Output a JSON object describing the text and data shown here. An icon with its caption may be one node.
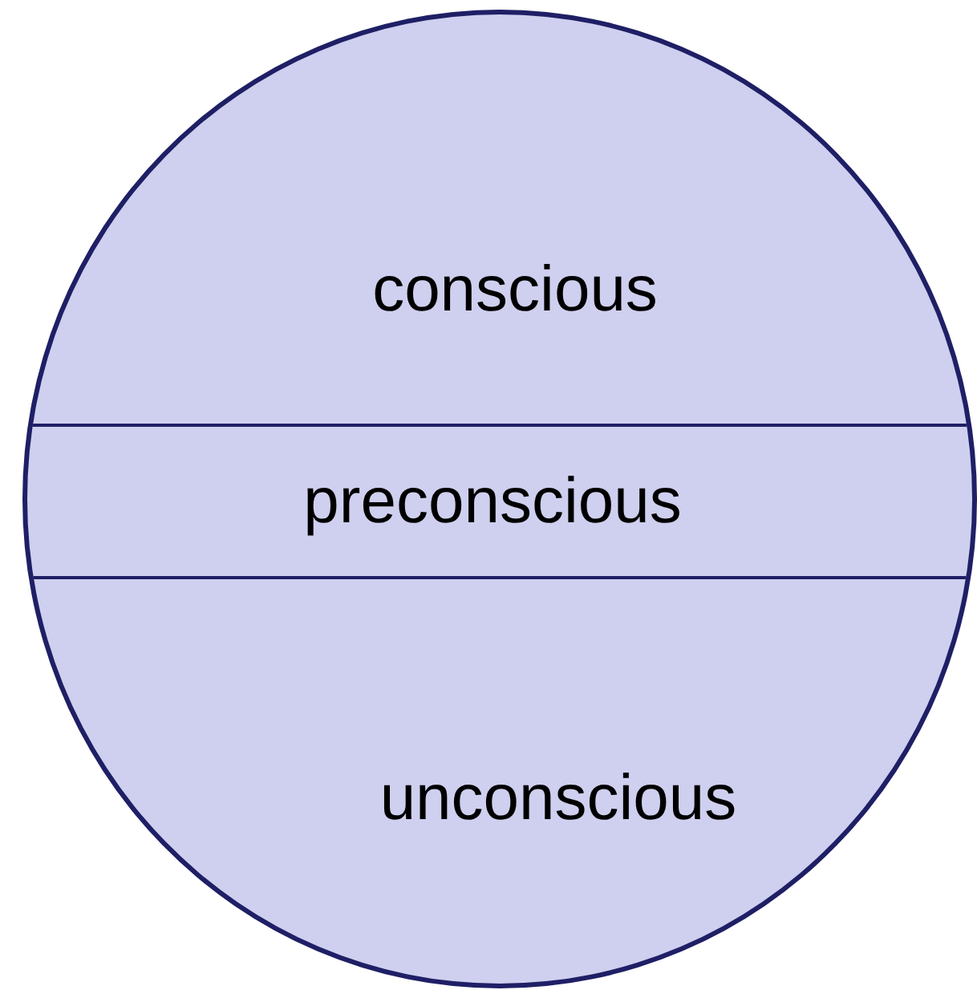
{
  "diagram": {
    "nodes": [
      {
        "text": [],
        "shape": "circle"
      },
      {
        "text": [
          "conscious"
        ],
        "in": 0
      },
      {
        "text": [
          "preconscious"
        ],
        "in": 0
      },
      {
        "text": [
          "unconscious"
        ],
        "in": 0
      }
    ]
  }
}
